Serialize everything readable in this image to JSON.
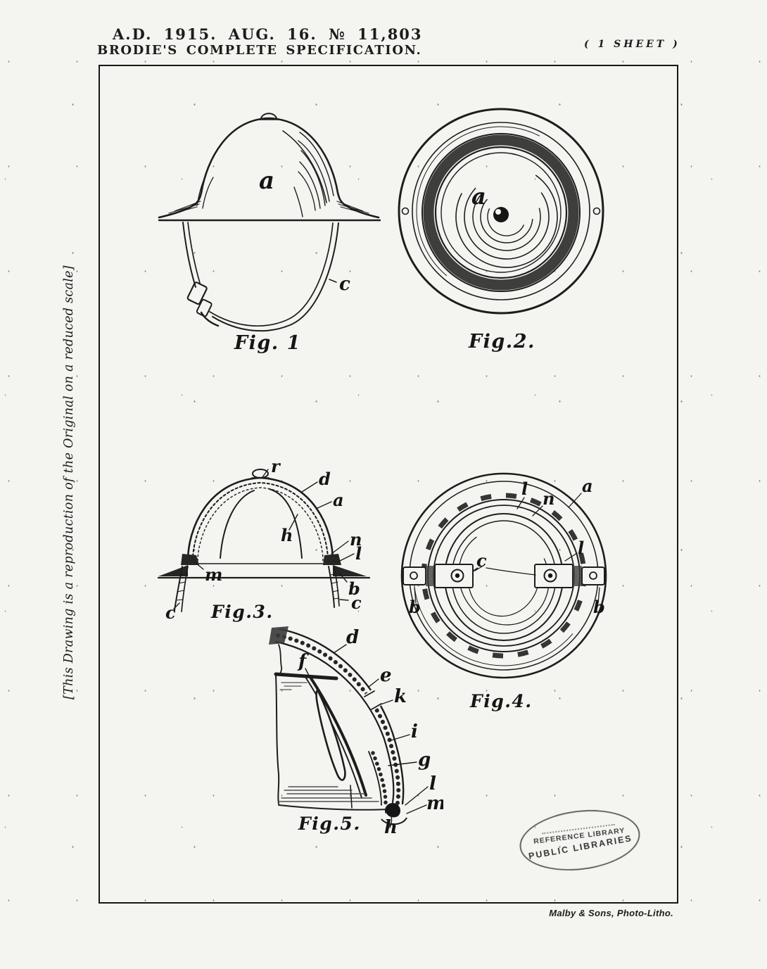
{
  "header": {
    "date_line": "A.D. 1915. AUG. 16. № 11,803",
    "title_line": "BRODIE'S COMPLETE SPECIFICATION.",
    "sheet_note": "( 1 SHEET )"
  },
  "margin_note": "[This Drawing is a reproduction of the Original on a reduced scale]",
  "figures": {
    "fig1": {
      "caption": "Fig. 1",
      "labels": {
        "a": "a",
        "c": "c"
      }
    },
    "fig2": {
      "caption": "Fig.2.",
      "labels": {
        "a": "a"
      }
    },
    "fig3": {
      "caption": "Fig.3.",
      "labels": {
        "r": "r",
        "d": "d",
        "a": "a",
        "h": "h",
        "n": "n",
        "l": "l",
        "m": "m",
        "b": "b",
        "c_left": "c",
        "c_right": "c"
      }
    },
    "fig4": {
      "caption": "Fig.4.",
      "labels": {
        "l_top": "l",
        "n": "n",
        "a": "a",
        "l_right": "l",
        "c": "c",
        "b_left": "b",
        "b_right": "b"
      }
    },
    "fig5": {
      "caption": "Fig.5.",
      "labels": {
        "d": "d",
        "f": "f",
        "e": "e",
        "k": "k",
        "i": "i",
        "g": "g",
        "l": "l",
        "m": "m",
        "h": "h"
      }
    }
  },
  "stamp": {
    "line1": "REFERENCE LIBRARY",
    "line2": "PUBLIC LIBRARIES"
  },
  "footer": {
    "printer_credit": "Malby & Sons, Photo-Litho."
  },
  "colors": {
    "ink": "#1d1d1d",
    "paper": "#f4f4f1"
  }
}
